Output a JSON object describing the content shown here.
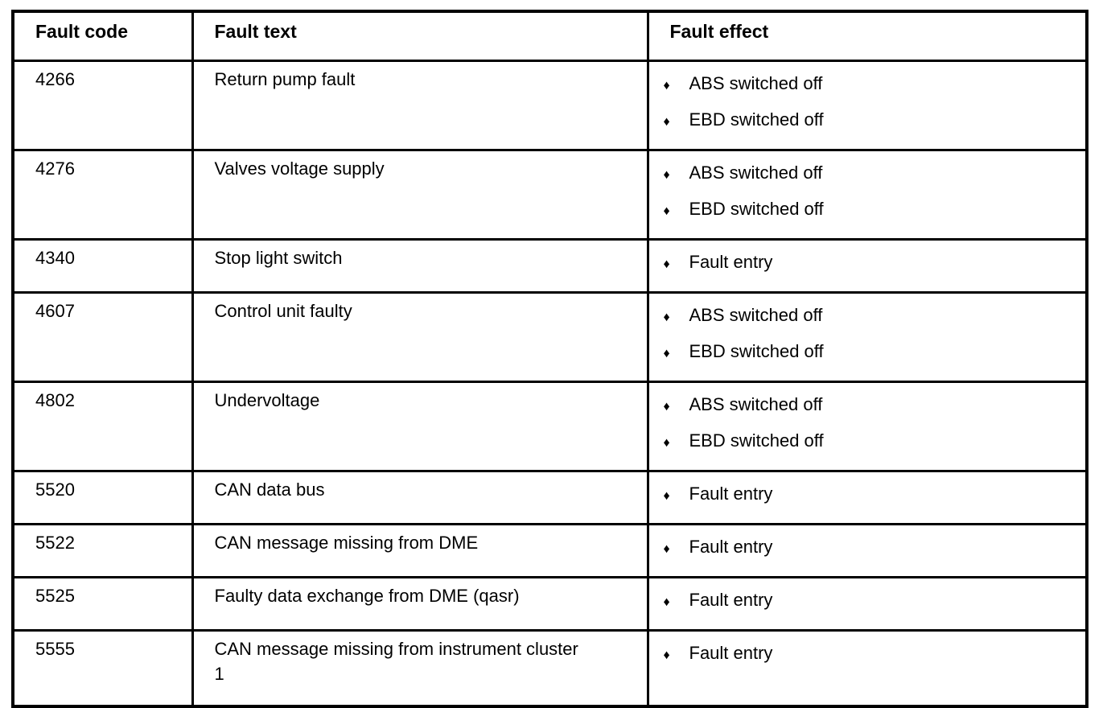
{
  "icons": {
    "diamond_bullet": "♦"
  },
  "table": {
    "columns": [
      "Fault code",
      "Fault text",
      "Fault effect"
    ],
    "rows": [
      {
        "code": "4266",
        "text": "Return pump fault",
        "effects": [
          "ABS switched off",
          "EBD switched off"
        ]
      },
      {
        "code": "4276",
        "text": "Valves voltage supply",
        "effects": [
          "ABS switched off",
          "EBD switched off"
        ]
      },
      {
        "code": "4340",
        "text": "Stop light switch",
        "effects": [
          "Fault entry"
        ]
      },
      {
        "code": "4607",
        "text": "Control unit faulty",
        "effects": [
          "ABS switched off",
          "EBD switched off"
        ]
      },
      {
        "code": "4802",
        "text": "Undervoltage",
        "effects": [
          "ABS switched off",
          "EBD switched off"
        ]
      },
      {
        "code": "5520",
        "text": "CAN data bus",
        "effects": [
          "Fault entry"
        ]
      },
      {
        "code": "5522",
        "text": "CAN message missing from DME",
        "effects": [
          "Fault entry"
        ]
      },
      {
        "code": "5525",
        "text": "Faulty data exchange from DME (qasr)",
        "effects": [
          "Fault entry"
        ]
      },
      {
        "code": "5555",
        "text": "CAN message missing from instrument cluster 1",
        "effects": [
          "Fault entry"
        ]
      }
    ]
  }
}
